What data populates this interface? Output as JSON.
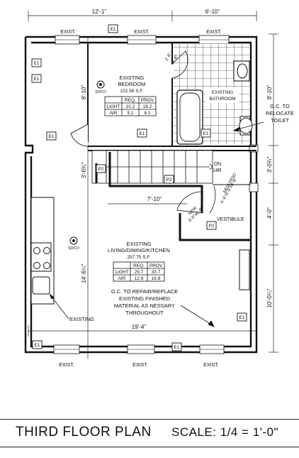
{
  "dims": {
    "top_left": "12'-1\"",
    "top_right": "6'-10\"",
    "right_top": "8'-10\"",
    "left_top": "8'-10\"",
    "right_mid1": "3'-0¾\"",
    "left_mid": "3'-6¾\"",
    "right_mid2": "4'-0\"",
    "left_low": "14'-6¼\"",
    "right_low": "10'-0¼\"",
    "stair_width": "7'-10\"",
    "bottom": "19'-4\""
  },
  "exist_label": "EXIST.",
  "existing_label": "EXISTING",
  "bedroom": {
    "name_line1": "EXISTING",
    "name_line2": "BEDROOM",
    "area": "102.56 S.F.",
    "table": {
      "h1": "REQ.",
      "h2": "PROV",
      "r1": [
        "LIGHT",
        "10.2",
        "16.2"
      ],
      "r2": [
        "AIR",
        "5.1",
        "8.1"
      ]
    },
    "smoke": "SD/CO"
  },
  "bathroom": {
    "line1": "EXISTING",
    "line2": "BATHROOM"
  },
  "living": {
    "name_line1": "EXISTING",
    "name_line2": "LIVING/DINING/KITCHEN",
    "area": "257.75 S.F.",
    "table": {
      "h1": "REQ.",
      "h2": "PROV",
      "r1": [
        "LIGHT",
        "25.7",
        "33.7"
      ],
      "r2": [
        "AIR",
        "12.8",
        "16.8"
      ]
    },
    "smoke": "SD/CO"
  },
  "notes": {
    "gc_toilet": [
      "G.C. TO",
      "RELOCATE",
      "TOILET"
    ],
    "gc_repair": [
      "G.C. TO REPAIR/REPLACE",
      "EXISTING FINISHED",
      "MATERIAL AS NESSARY",
      "THROUGHOUT"
    ]
  },
  "stair": {
    "dn": "DN",
    "risers": "14R"
  },
  "vestibule": "VESTIBULE",
  "door_fpsc": [
    "NEW FPSC",
    "4'-3\"/3'-0\"x6'-8\""
  ],
  "door_new": [
    "NEW",
    "3'-0\"x6'-8\""
  ],
  "door_bath": [
    "2'-6\"",
    "x6'-8\""
  ],
  "tags": {
    "e1": "E1",
    "p2": "P2"
  },
  "title": "THIRD FLOOR PLAN",
  "scale": "SCALE: 1/4 = 1'-0\""
}
